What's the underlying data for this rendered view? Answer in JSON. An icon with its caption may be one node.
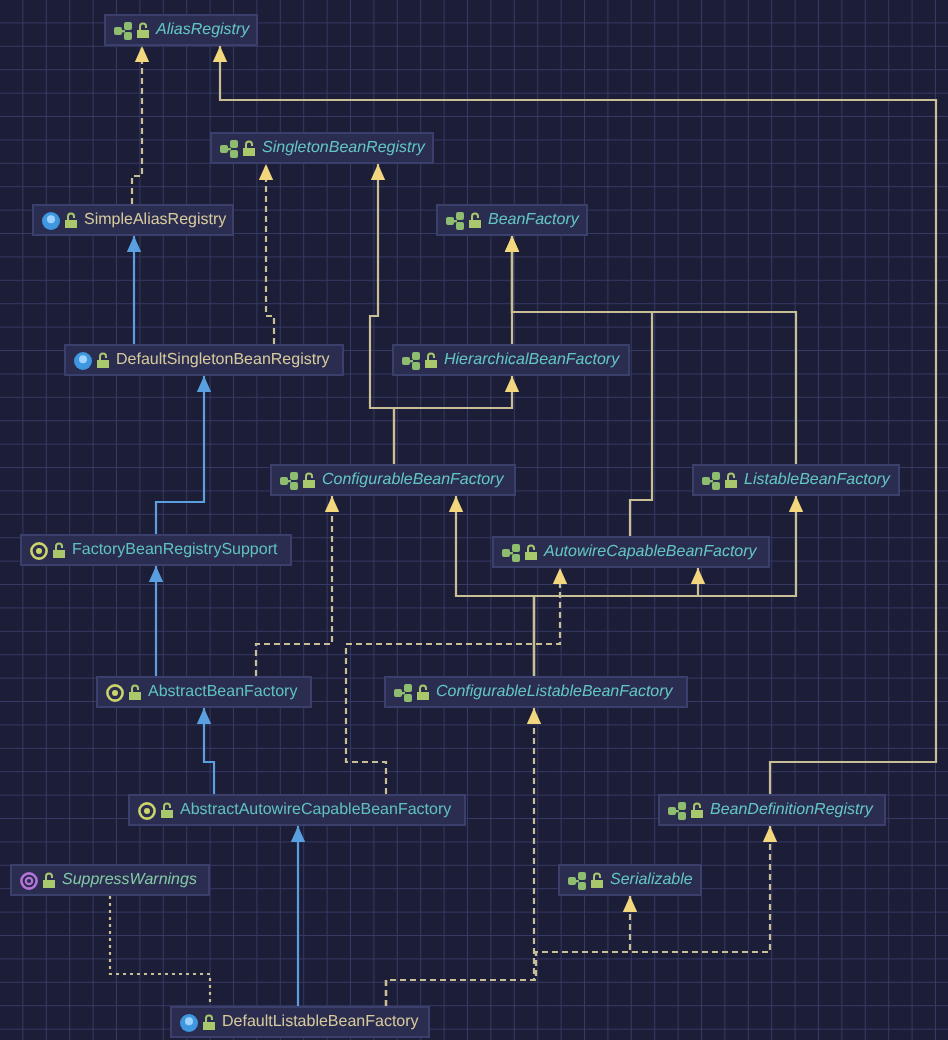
{
  "diagram": {
    "nodes": [
      {
        "text": [
          "AliasRegistry"
        ]
      },
      {
        "text": [
          "SingletonBeanRegistry"
        ]
      },
      {
        "text": [
          "SimpleAliasRegistry"
        ]
      },
      {
        "text": [
          "BeanFactory"
        ]
      },
      {
        "text": [
          "DefaultSingletonBeanRegistry"
        ]
      },
      {
        "text": [
          "HierarchicalBeanFactory"
        ]
      },
      {
        "text": [
          "ConfigurableBeanFactory"
        ]
      },
      {
        "text": [
          "ListableBeanFactory"
        ]
      },
      {
        "text": [
          "FactoryBeanRegistrySupport"
        ]
      },
      {
        "text": [
          "AutowireCapableBeanFactory"
        ]
      },
      {
        "text": [
          "AbstractBeanFactory"
        ]
      },
      {
        "text": [
          "ConfigurableListableBeanFactory"
        ]
      },
      {
        "text": [
          "AbstractAutowireCapableBeanFactory"
        ]
      },
      {
        "text": [
          "BeanDefinitionRegistry"
        ]
      },
      {
        "text": [
          "SuppressWarnings"
        ]
      },
      {
        "text": [
          "Serializable"
        ]
      },
      {
        "text": [
          "DefaultListableBeanFactory"
        ]
      }
    ],
    "edges": [
      {
        "from": 2,
        "to": 0,
        "arrow": "to",
        "style": "dashed"
      },
      {
        "from": 4,
        "to": 2,
        "arrow": "to",
        "color": "#5a9fe0"
      },
      {
        "from": 4,
        "to": 1,
        "arrow": "to",
        "style": "dashed"
      },
      {
        "from": 5,
        "to": 3,
        "arrow": "to"
      },
      {
        "from": 6,
        "to": 5,
        "arrow": "to"
      },
      {
        "from": 6,
        "to": 1,
        "arrow": "to"
      },
      {
        "from": 7,
        "to": 3,
        "arrow": "to"
      },
      {
        "from": 8,
        "to": 4,
        "arrow": "to",
        "color": "#5a9fe0"
      },
      {
        "from": 9,
        "to": 3,
        "arrow": "to"
      },
      {
        "from": 10,
        "to": 8,
        "arrow": "to",
        "color": "#5a9fe0"
      },
      {
        "from": 10,
        "to": 6,
        "arrow": "to",
        "style": "dashed"
      },
      {
        "from": 11,
        "to": 6,
        "arrow": "to"
      },
      {
        "from": 11,
        "to": 9,
        "arrow": "to"
      },
      {
        "from": 11,
        "to": 7,
        "arrow": "to"
      },
      {
        "from": 12,
        "to": 10,
        "arrow": "to",
        "color": "#5a9fe0"
      },
      {
        "from": 12,
        "to": 9,
        "arrow": "to",
        "style": "dashed"
      },
      {
        "from": 13,
        "to": 0,
        "arrow": "to"
      },
      {
        "from": 14,
        "to": 16,
        "arrow": "none",
        "style": "dashed"
      },
      {
        "from": 16,
        "to": 12,
        "arrow": "to",
        "color": "#5a9fe0"
      },
      {
        "from": 16,
        "to": 11,
        "arrow": "to",
        "style": "dashed"
      },
      {
        "from": 16,
        "to": 15,
        "arrow": "to",
        "style": "dashed"
      },
      {
        "from": 16,
        "to": 13,
        "arrow": "to",
        "style": "dashed"
      }
    ]
  }
}
